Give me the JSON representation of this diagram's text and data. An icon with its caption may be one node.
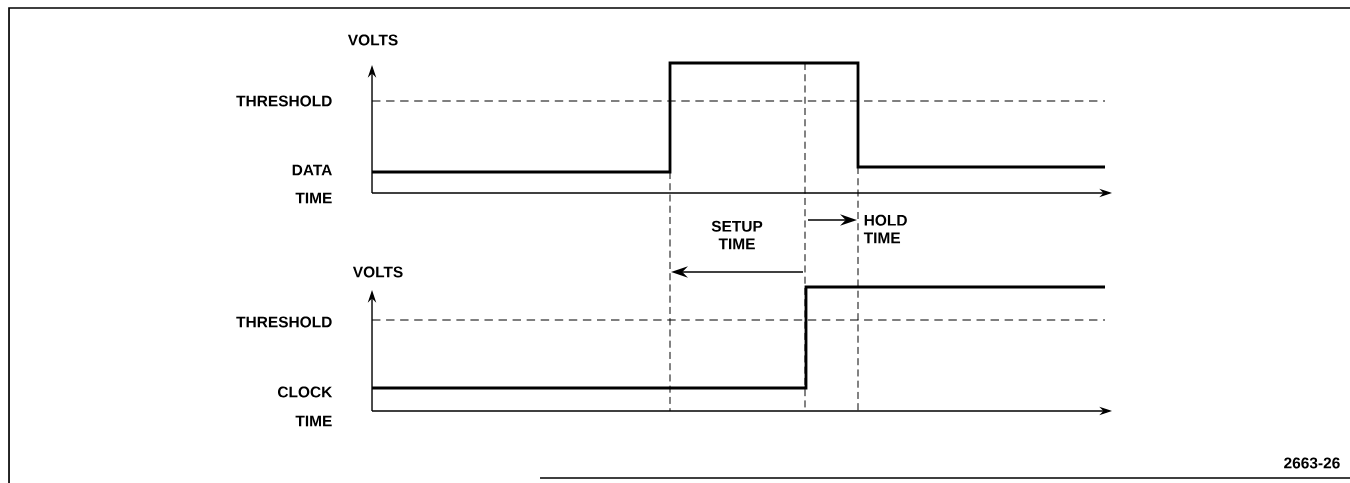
{
  "diagram": {
    "labels": [
      "VOLTS",
      "THRESHOLD",
      "DATA",
      "TIME",
      "HOLD TIME",
      "SETUP TIME",
      "VOLTS",
      "THRESHOLD",
      "CLOCK",
      "TIME",
      "2663-26"
    ]
  }
}
